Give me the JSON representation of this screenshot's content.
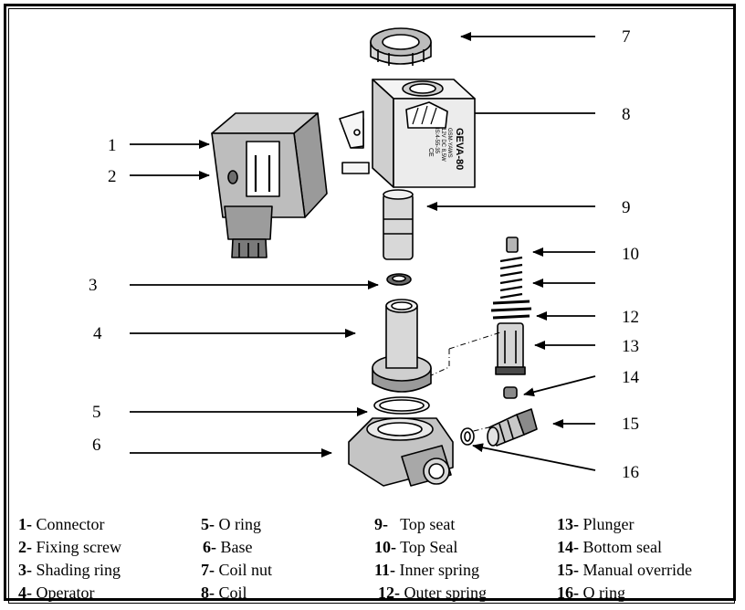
{
  "callouts": [
    "7",
    "8",
    "1",
    "2",
    "9",
    "10",
    "3",
    "12",
    "4",
    "13",
    "14",
    "5",
    "15",
    "6",
    "16"
  ],
  "coil_label": {
    "brand": "GEVA-80",
    "lines": [
      "GSM-YAWS",
      "12V DC 8,5W",
      "IS:4-55-35",
      "CE"
    ]
  },
  "legend": [
    {
      "num": "1-",
      "text": " Connector"
    },
    {
      "num": "2-",
      "text": " Fixing screw"
    },
    {
      "num": "3-",
      "text": " Shading ring"
    },
    {
      "num": "4-",
      "text": " Operator"
    },
    {
      "num": "5-",
      "text": " O ring"
    },
    {
      "num": "6-",
      "text": " Base"
    },
    {
      "num": "7-",
      "text": " Coil nut"
    },
    {
      "num": "8-",
      "text": " Coil"
    },
    {
      "num": "9-",
      "text": "   Top seat"
    },
    {
      "num": "10-",
      "text": " Top Seal"
    },
    {
      "num": "11-",
      "text": " Inner spring"
    },
    {
      "num": "12-",
      "text": " Outer spring"
    },
    {
      "num": "13-",
      "text": " Plunger"
    },
    {
      "num": "14-",
      "text": " Bottom seal"
    },
    {
      "num": "15-",
      "text": " Manual override"
    },
    {
      "num": "16-",
      "text": " O ring"
    }
  ]
}
